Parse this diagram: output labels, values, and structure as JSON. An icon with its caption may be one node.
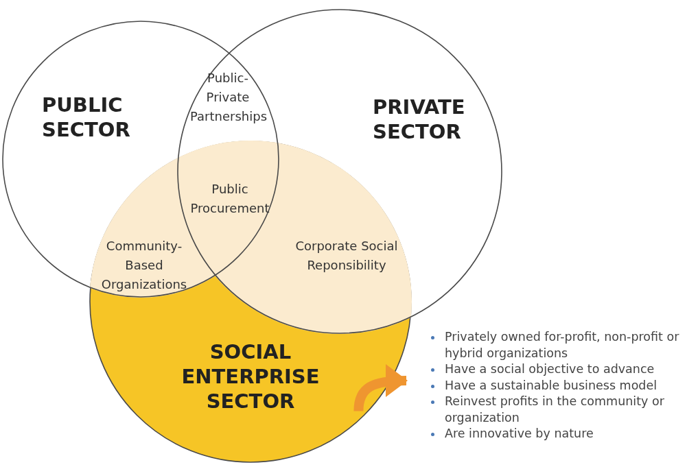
{
  "diagram": {
    "nodes": [
      {
        "text": [
          "PUBLIC SECTOR"
        ]
      },
      {
        "text": [
          "PRIVATE SECTOR"
        ]
      },
      {
        "text": [
          "SOCIAL ENTERPRISE SECTOR"
        ]
      },
      {
        "text": [
          "Privately owned for-profit, non-profit or hybrid organizations",
          "Have a social objective to advance",
          "Have a sustainable business model",
          "Reinvest profits in the community or organization",
          "Are innovative by nature"
        ]
      }
    ],
    "edges": [
      {
        "from": 2,
        "to": 3,
        "arrow": "to"
      }
    ],
    "labels": [
      "Public-Private Partnerships",
      "Public Procurement",
      "Community-Based Organizations",
      "Corporate Social Reponsibility"
    ]
  }
}
